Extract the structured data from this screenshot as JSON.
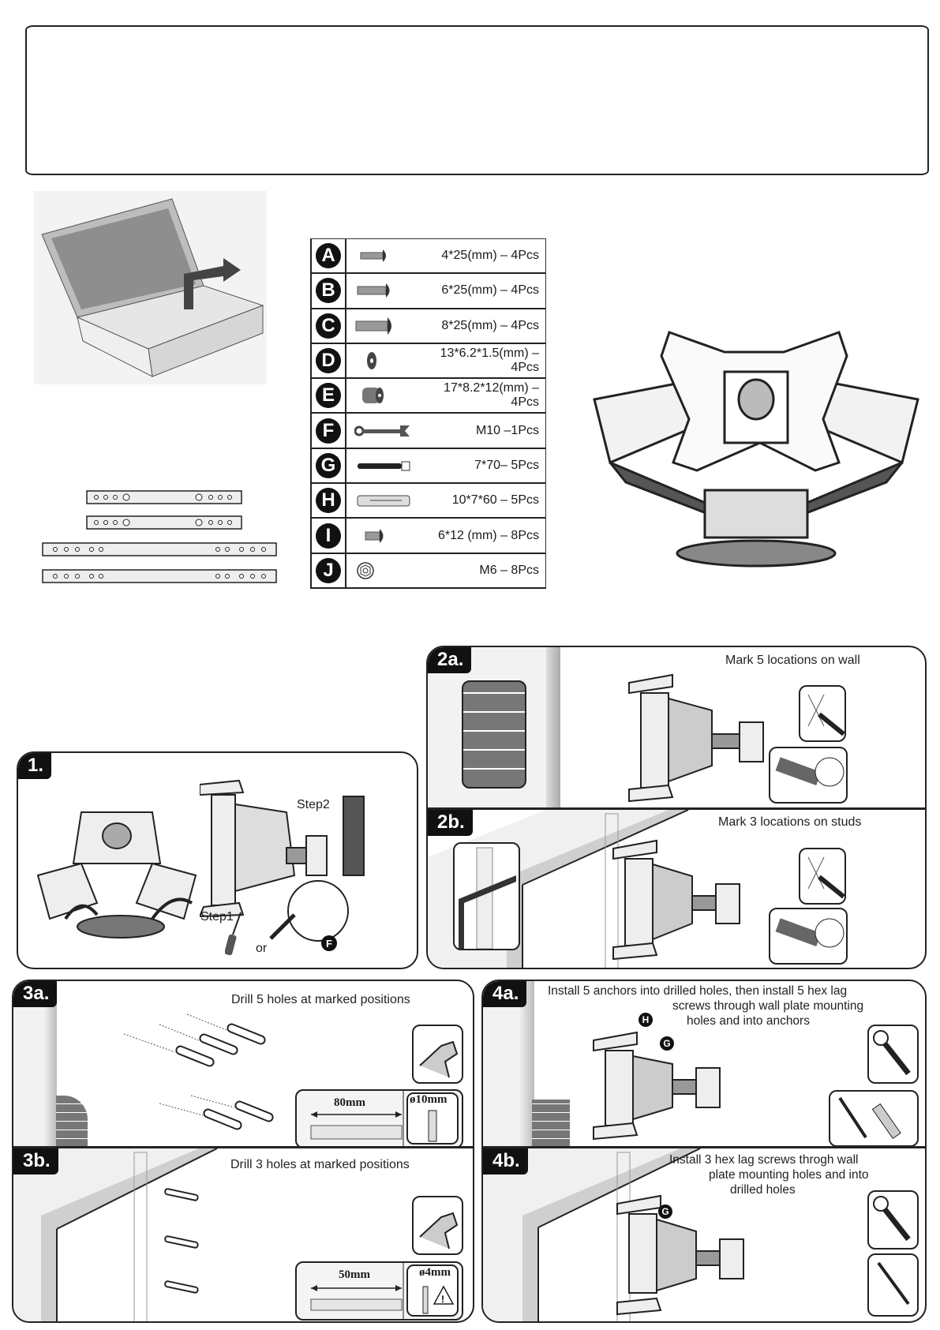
{
  "parts": [
    {
      "letter": "A",
      "icon": "short-bolt-icon",
      "spec": "4*25(mm) – 4Pcs"
    },
    {
      "letter": "B",
      "icon": "bolt-icon",
      "spec": "6*25(mm) – 4Pcs"
    },
    {
      "letter": "C",
      "icon": "long-bolt-icon",
      "spec": "8*25(mm) – 4Pcs"
    },
    {
      "letter": "D",
      "icon": "washer-icon",
      "spec": "13*6.2*1.5(mm) – 4Pcs"
    },
    {
      "letter": "E",
      "icon": "spacer-icon",
      "spec": "17*8.2*12(mm) – 4Pcs"
    },
    {
      "letter": "F",
      "icon": "wrench-icon",
      "spec": "M10 –1Pcs"
    },
    {
      "letter": "G",
      "icon": "lag-screw-icon",
      "spec": "7*70– 5Pcs"
    },
    {
      "letter": "H",
      "icon": "wall-anchor-icon",
      "spec": "10*7*60 – 5Pcs"
    },
    {
      "letter": "I",
      "icon": "small-bolt-icon",
      "spec": "6*12 (mm) – 8Pcs"
    },
    {
      "letter": "J",
      "icon": "hex-nut-icon",
      "spec": "M6  – 8Pcs"
    }
  ],
  "step1": {
    "tag": "1.",
    "step2_label": "Step2",
    "step1_label": "Step1",
    "or_label": "or",
    "part_ref": "F"
  },
  "step2a": {
    "tag": "2a.",
    "caption": "Mark  5 locations on wall"
  },
  "step2b": {
    "tag": "2b.",
    "caption": "Mark  3 locations on studs"
  },
  "step3a": {
    "tag": "3a.",
    "caption": "Drill 5 holes at marked positions",
    "depth": "80mm",
    "diameter": "ø10mm"
  },
  "step3b": {
    "tag": "3b.",
    "caption": "Drill 3 holes at marked positions",
    "depth": "50mm",
    "diameter": "ø4mm"
  },
  "step4a": {
    "tag": "4a.",
    "caption_lines": [
      "Install 5 anchors into drilled holes, then install 5 hex lag",
      "screws through wall plate mounting",
      "holes and into anchors"
    ],
    "ref_h": "H",
    "ref_g": "G"
  },
  "step4b": {
    "tag": "4b.",
    "caption_lines": [
      "Install 3 hex lag screws throgh wall",
      "plate mounting holes and into",
      "drilled holes"
    ],
    "ref_g": "G"
  }
}
